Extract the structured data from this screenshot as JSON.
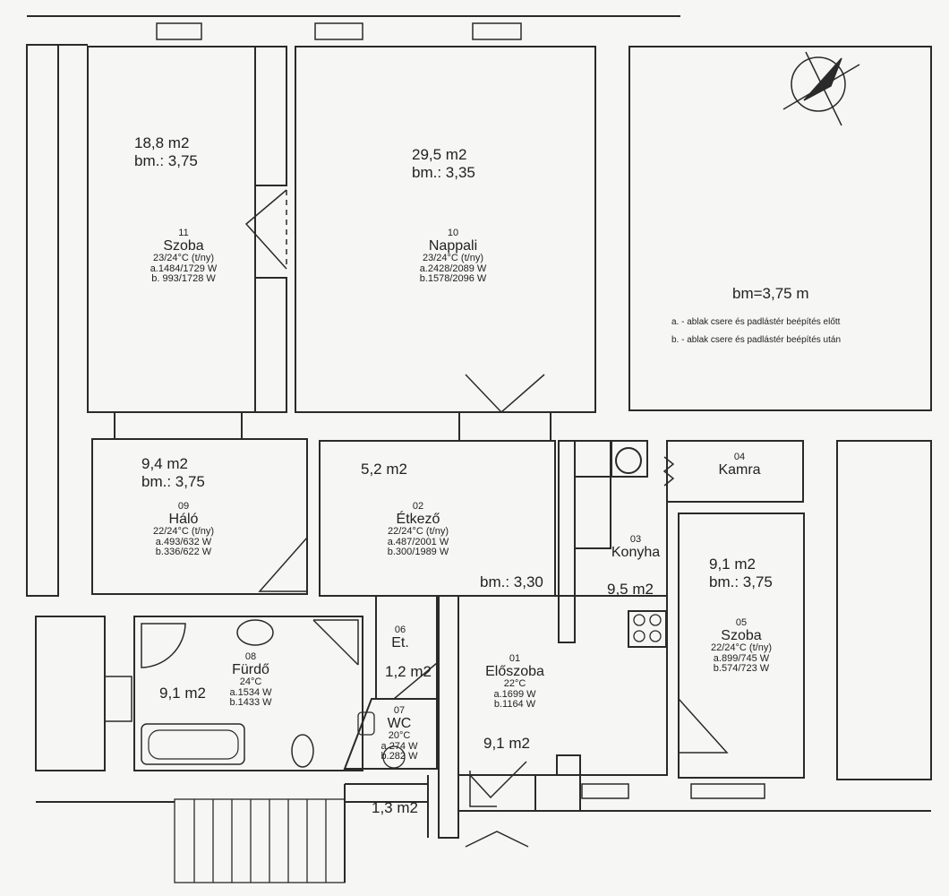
{
  "legend": {
    "height": "bm=3,75 m",
    "a": "a. - ablak csere és padlástér beépítés előtt",
    "b": "b. - ablak csere és padlástér beépítés után"
  },
  "rooms": {
    "r11": {
      "area": "18,8 m2",
      "height": "bm.: 3,75",
      "num": "11",
      "name": "Szoba",
      "temp": "23/24°C (t/ny)",
      "a": "a.1484/1729 W",
      "b": "b. 993/1728 W"
    },
    "r10": {
      "area": "29,5 m2",
      "height": "bm.: 3,35",
      "num": "10",
      "name": "Nappali",
      "temp": "23/24°C (t/ny)",
      "a": "a.2428/2089 W",
      "b": "b.1578/2096 W"
    },
    "r09": {
      "area": "9,4 m2",
      "height": "bm.: 3,75",
      "num": "09",
      "name": "Háló",
      "temp": "22/24°C (t/ny)",
      "a": "a.493/632 W",
      "b": "b.336/622 W"
    },
    "r02": {
      "area": "5,2 m2",
      "num": "02",
      "name": "Étkező",
      "temp": "22/24°C (t/ny)",
      "a": "a.487/2001 W",
      "b": "b.300/1989 W",
      "height": "bm.: 3,30"
    },
    "r03": {
      "num": "03",
      "name": "Konyha",
      "area": "9,5 m2"
    },
    "r04": {
      "num": "04",
      "name": "Kamra"
    },
    "r05": {
      "area": "9,1 m2",
      "height": "bm.: 3,75",
      "num": "05",
      "name": "Szoba",
      "temp": "22/24°C (t/ny)",
      "a": "a.899/745 W",
      "b": "b.574/723 W"
    },
    "r06": {
      "num": "06",
      "name": "Et.",
      "area": "1,2 m2"
    },
    "r07": {
      "num": "07",
      "name": "WC",
      "temp": "20°C",
      "a": "a.274 W",
      "b": "b.282 W"
    },
    "r08": {
      "area": "9,1 m2",
      "num": "08",
      "name": "Fürdő",
      "temp": "24°C",
      "a": "a.1534 W",
      "b": "b.1433 W"
    },
    "r01": {
      "num": "01",
      "name": "Előszoba",
      "temp": "22°C",
      "a": "a.1699 W",
      "b": "b.1164 W",
      "area": "9,1 m2"
    },
    "entry": {
      "area": "1,3 m2"
    }
  },
  "colors": {
    "line": "#2a2a2a",
    "paper": "#f6f6f4"
  }
}
